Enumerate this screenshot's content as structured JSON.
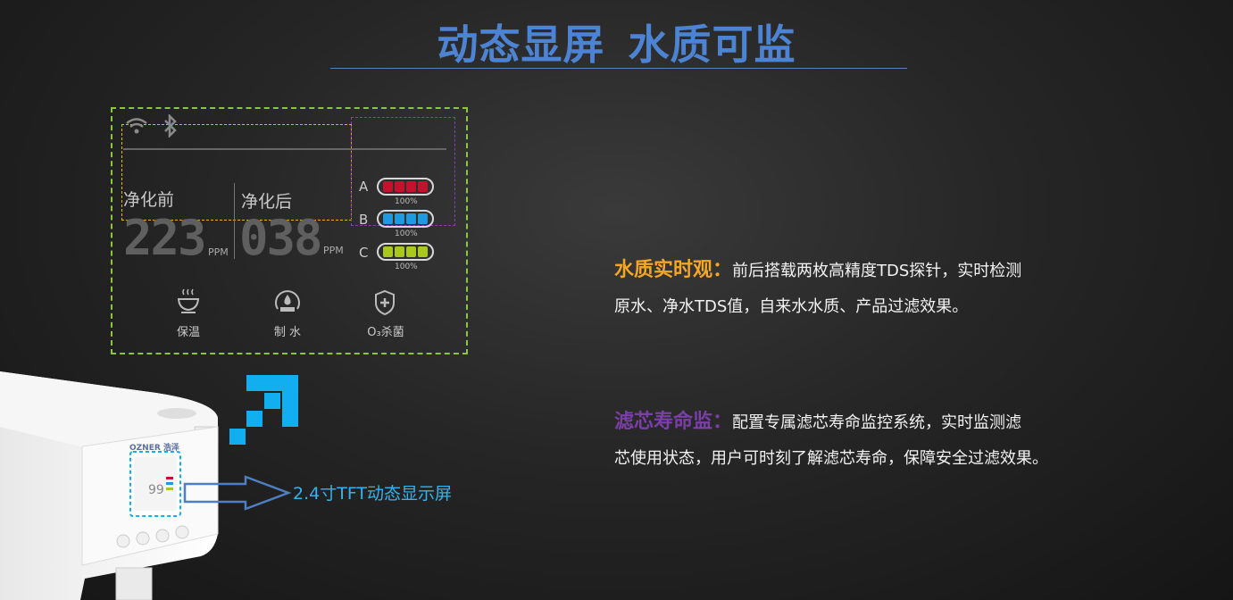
{
  "header": {
    "title_part1": "动态显屏",
    "title_part2": "水质可监"
  },
  "display": {
    "before_label": "净化前",
    "after_label": "净化后",
    "before_value": "223",
    "after_value": "038",
    "unit": "PPM",
    "filters": [
      {
        "letter": "A",
        "percent": "100%",
        "color": "#c8102e"
      },
      {
        "letter": "B",
        "percent": "100%",
        "color": "#1e9be0"
      },
      {
        "letter": "C",
        "percent": "100%",
        "color": "#a8c81e"
      }
    ],
    "buttons": [
      {
        "label": "保温",
        "icon": "bowl-steam-icon"
      },
      {
        "label": "制 水",
        "icon": "water-make-icon"
      },
      {
        "label": "O₃杀菌",
        "icon": "shield-plus-icon"
      }
    ],
    "status_icons": [
      "wifi-icon",
      "bluetooth-icon"
    ]
  },
  "device": {
    "brand": "OZNER 浩泽",
    "screen_value": "99",
    "callout_label": "2.4寸TFT动态显示屏"
  },
  "features": [
    {
      "heading": "水质实时观：",
      "heading_color": "#f5a623",
      "line1": "前后搭载两枚高精度TDS探针，实时检测",
      "line2": "原水、净水TDS值，自来水水质、产品过滤效果。"
    },
    {
      "heading": "滤芯寿命监：",
      "heading_color": "#7b3fa8",
      "line1": "配置专属滤芯寿命监控系统，实时监测滤",
      "line2": "芯使用状态，用户可时刻了解滤芯寿命，保障安全过滤效果。"
    }
  ]
}
